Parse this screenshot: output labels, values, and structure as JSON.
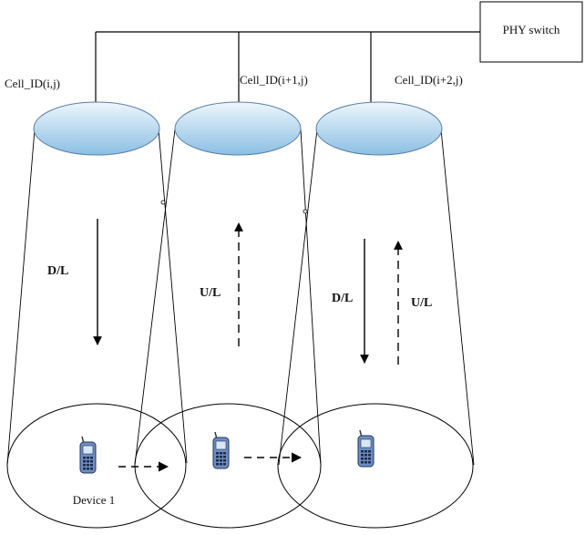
{
  "switch": {
    "label": "PHY switch"
  },
  "cells": [
    {
      "id_label": "Cell_ID(i,j)"
    },
    {
      "id_label": "Cell_ID(i+1,j)"
    },
    {
      "id_label": "Cell_ID(i+2,j)"
    }
  ],
  "links": {
    "downlink_label": "D/L",
    "uplink_label": "U/L"
  },
  "devices": [
    {
      "label": "Device 1"
    }
  ],
  "colors": {
    "stroke": "#000000",
    "top_fill_light": "#eef6fc",
    "top_fill_dark": "#8bbfe3",
    "phone_body": "#6f8dc0",
    "phone_screen": "#d9e6f7"
  },
  "icons": [
    "mobile-phone-icon"
  ]
}
